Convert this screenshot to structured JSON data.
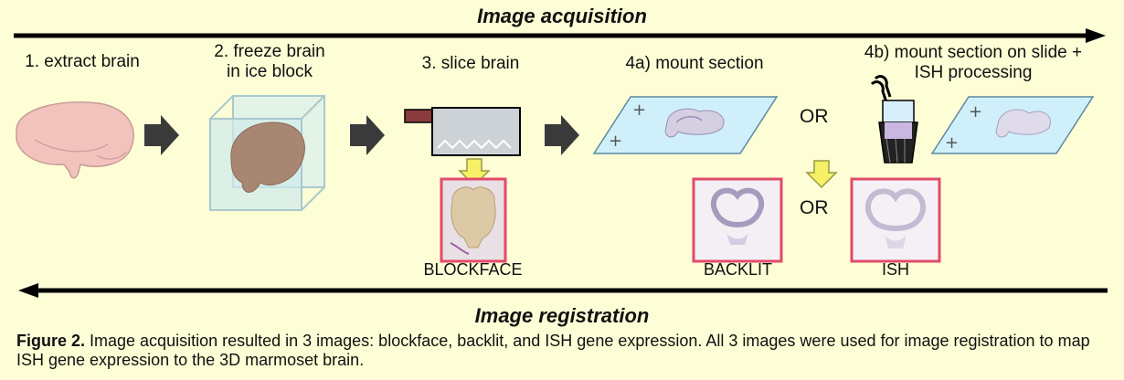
{
  "header": {
    "title": "Image acquisition"
  },
  "footer": {
    "title": "Image registration"
  },
  "steps": [
    {
      "label": "1. extract brain"
    },
    {
      "label": "2. freeze brain\nin ice block"
    },
    {
      "label": "3. slice brain"
    },
    {
      "label": "4a) mount section"
    },
    {
      "label": "4b) mount section on slide +\nISH processing"
    }
  ],
  "or_labels": [
    "OR",
    "OR"
  ],
  "images": {
    "blockface": "BLOCKFACE",
    "backlit": "BACKLIT",
    "ish": "ISH"
  },
  "caption": {
    "prefix": "Figure 2.",
    "text": " Image acquisition resulted in 3 images: blockface, backlit, and ISH gene expression. All 3 images were used for image registration to map ISH gene expression to the 3D marmoset brain."
  },
  "colors": {
    "background": "#fdfdd6",
    "arrow": "#3a3a3a",
    "image_border": "#e24a6a",
    "down_arrow_fill": "#f5f066",
    "slide_fill": "#cfeffa"
  }
}
